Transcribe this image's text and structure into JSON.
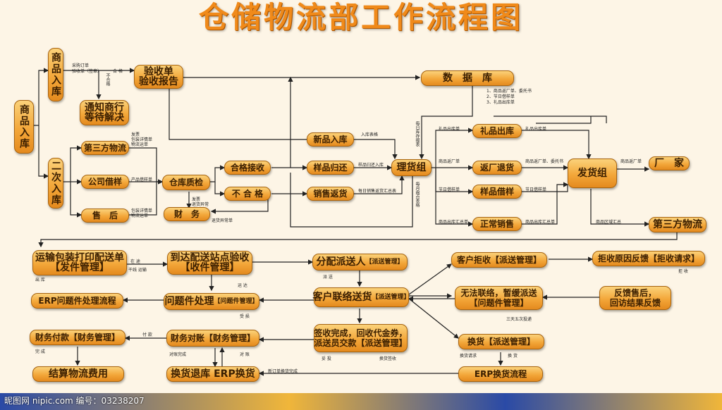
{
  "title": "仓储物流部工作流程图",
  "nodes": {
    "spwr": "商品入库",
    "sprk": "商品入库",
    "ecrk": "二次入库",
    "ysd": "验收单",
    "ysbg": "验收报告",
    "tzsh1": "通知商行",
    "tzsh2": "等待解决",
    "sjk": "数　据　库",
    "dsfwl": "第三方物流",
    "gsjy": "公司借样",
    "sh": "售　后",
    "ckzj": "仓库质检",
    "cw": "财　务",
    "hgjs": "合格接收",
    "bhg": "不 合 格",
    "xprk": "新品入库",
    "ypgh": "样品归还",
    "xsfh": "销售返货",
    "lhz": "理货组",
    "lpck": "礼品出库",
    "fcth": "返厂退货",
    "ypjy": "样品借样",
    "zcxs": "正常销售",
    "fhz": "发货组",
    "cj": "厂　家",
    "dsfwl2": "第三方物流",
    "ysbz1": "运输包装打印配送单",
    "ysbz2": "【发件管理】",
    "ddps1": "到达配送站点验收",
    "ddps2": "【收件管理】",
    "fpps": "分配派送人",
    "fpps_tag": "【派送管理】",
    "khjj": "客户拒收【派送管理】",
    "jsyy": "拒收原因反馈【拒收请求】",
    "erpwt": "ERP问题件处理流程",
    "wtjcl": "问题件处理",
    "wtjcl_tag": "【问题件管理】",
    "khll": "客户联络送货",
    "khll_tag": "【派送管理】",
    "wflx1": "无法联络，暂缓派送",
    "wflx2": "【问题件管理】",
    "fksh1": "反馈售后，",
    "fksh2": "回访结果反馈",
    "cwfk": "财务付款【财务管理】",
    "cwdz": "财务对账【财务管理】",
    "qswc1": "签收完成，回收代金券，",
    "qswc2": "派送员交款【派送管理】",
    "hh": "换货【派送管理】",
    "jswl": "结算物流费用",
    "hhtk": "换货退库 ERP换货",
    "erphh": "ERP换货流程"
  },
  "labels": {
    "cgdd": "采购订单",
    "ysd_qs": "验收单（签章）",
    "hege": "合 格",
    "buhege": "不合格",
    "fp": "发票",
    "bzxq": "包装详情单",
    "wlyd": "物流运单",
    "cpjyd": "产品借样单",
    "bzxq2": "包装详情单",
    "wlyd2": "物流运单",
    "fq": "发票",
    "thyc": "退货异常",
    "thycd": "退货异常单",
    "rkbg": "入库表格",
    "ypghd": "样品归还入库",
    "mrxs": "每日销售返货汇总表",
    "mrkc": "每日库存报表",
    "mypd": "每月盘点表格",
    "list1": "1、商品返厂单、委托书",
    "list2": "2、节日借样单",
    "list3": "3、礼品出库单",
    "lpckd": "礼品出库单",
    "lpckd2": "礼品出库单",
    "spfcd": "商品返厂单",
    "spfcd2": "商品返厂单、委托书",
    "spfcd3": "商品返厂单",
    "jrjyd": "节日借样单",
    "jrjyd2": "节日借样单",
    "spck": "商品出库汇总单",
    "spck2": "商品出库汇总单",
    "spqy": "商品区域汇总",
    "ztu": "在 途",
    "gxys": "干线 运输",
    "chuku": "出 库",
    "yunda": "运 达",
    "paisong": "派 送",
    "shousun": "受 损",
    "jushou": "拒 收",
    "sanwu": "三天五次投递",
    "fukuan": "付 款",
    "wancheng": "完 成",
    "dzwc": "对账完成",
    "duizhang": "对 账",
    "tuotou": "妥 投",
    "hhqq": "换货请求",
    "huanhuo": "换 货",
    "pfy": "换货签收",
    "xjd": "新订单换货完成"
  },
  "footer": {
    "watermark": "昵图网 nipic.com   编号：03238207"
  }
}
